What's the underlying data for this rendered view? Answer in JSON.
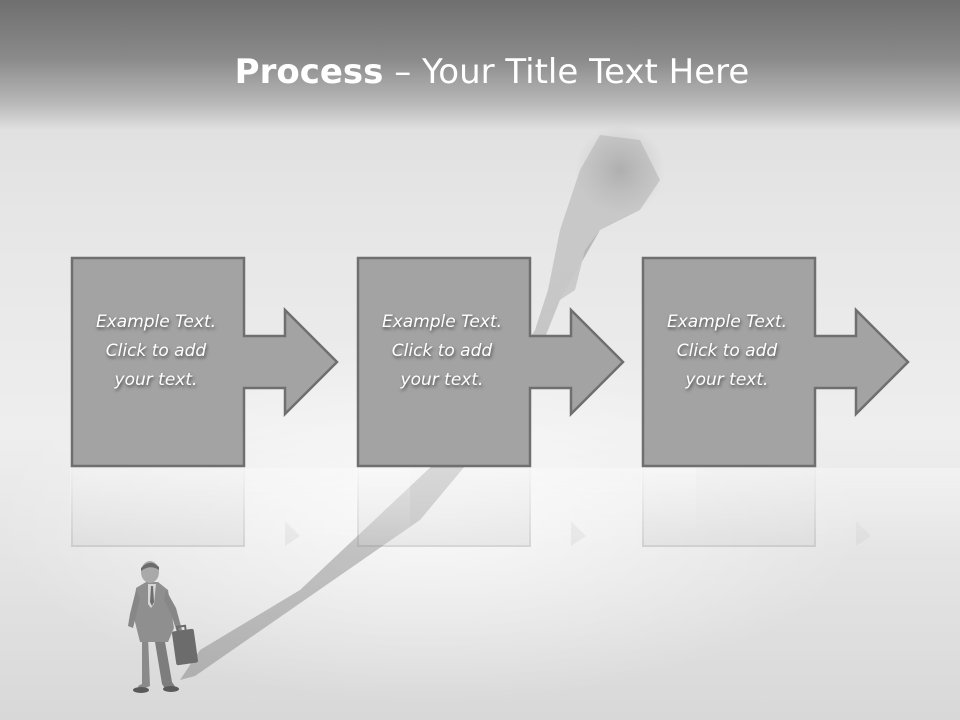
{
  "slide": {
    "title_bold": "Process",
    "title_separator": " – ",
    "title_rest": "Your Title Text Here"
  },
  "steps": [
    {
      "line1": "Example Text.",
      "line2": "Click  to add",
      "line3": "your text."
    },
    {
      "line1": "Example Text.",
      "line2": "Click  to add",
      "line3": "your text."
    },
    {
      "line1": "Example Text.",
      "line2": "Click  to add",
      "line3": "your text."
    }
  ],
  "colors": {
    "box_fill": "#a3a3a3",
    "box_border": "#6f6f6f",
    "title_text": "#ffffff",
    "step_text": "#ffffff"
  },
  "icons": {
    "arrow": "right-arrow-icon",
    "person": "businessman-with-briefcase"
  }
}
